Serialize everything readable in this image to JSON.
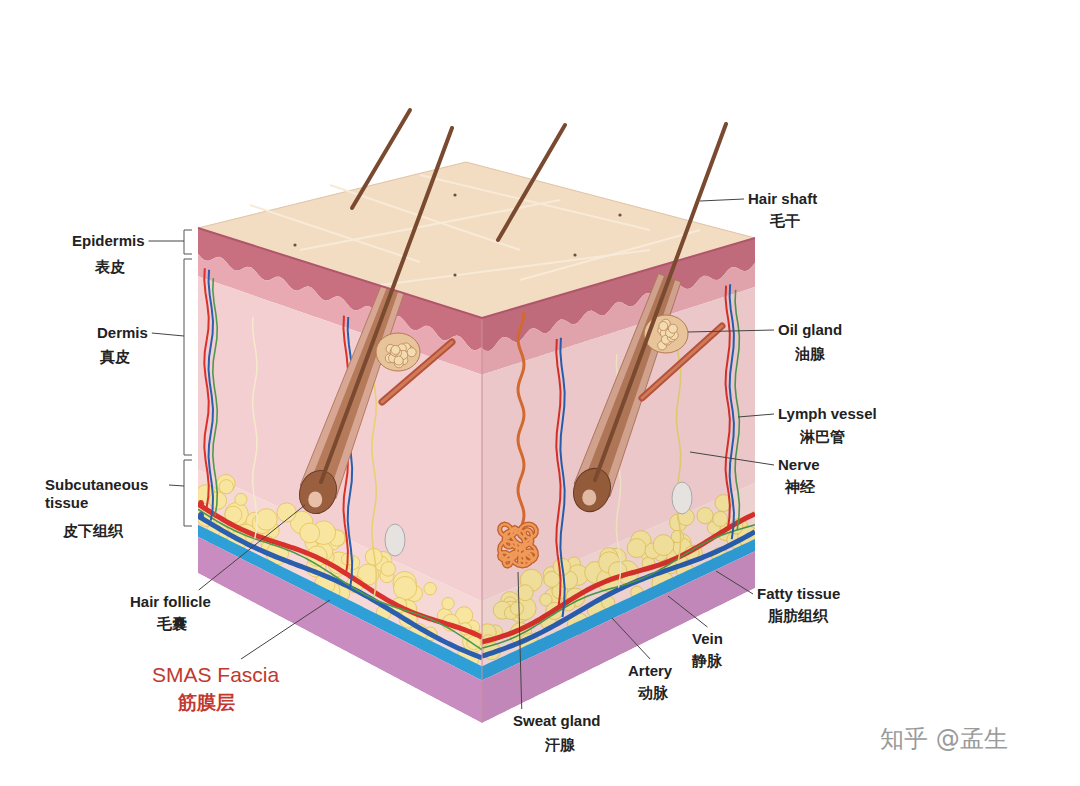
{
  "diagram": {
    "labels": [
      "Epidermis",
      "表皮",
      "Dermis",
      "真皮",
      "Subcutaneous tissue",
      "皮下组织",
      "Hair follicle",
      "毛囊",
      "SMAS Fascia",
      "筋膜层",
      "Hair shaft",
      "毛干",
      "Oil gland",
      "油腺",
      "Lymph vessel",
      "淋巴管",
      "Nerve",
      "神经",
      "Fatty tissue",
      "脂肪组织",
      "Vein",
      "静脉",
      "Artery",
      "动脉",
      "Sweat gland",
      "汗腺",
      "知乎 @孟生"
    ]
  }
}
